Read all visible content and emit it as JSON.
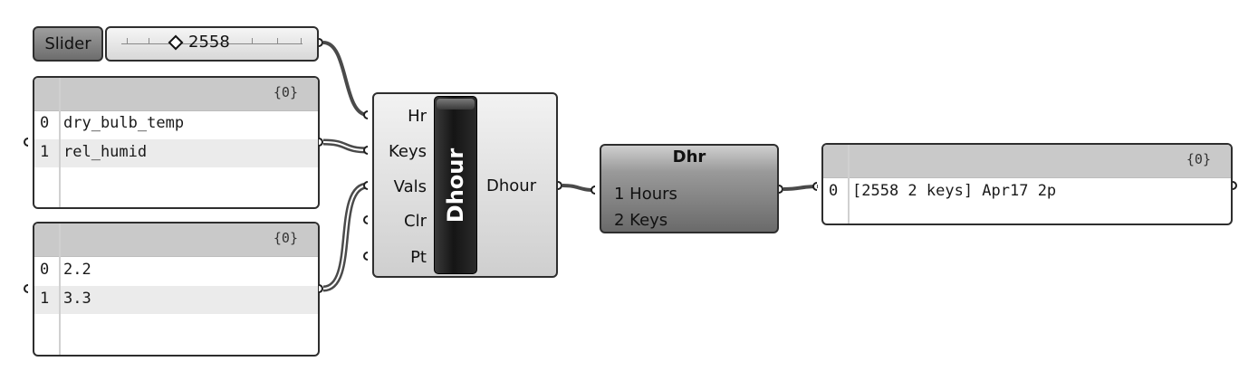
{
  "slider": {
    "label": "Slider",
    "value": "2558"
  },
  "panel_keys": {
    "path": "{0}",
    "rows": [
      {
        "index": "0",
        "text": "dry_bulb_temp"
      },
      {
        "index": "1",
        "text": "rel_humid"
      }
    ]
  },
  "panel_vals": {
    "path": "{0}",
    "rows": [
      {
        "index": "0",
        "text": "2.2"
      },
      {
        "index": "1",
        "text": "3.3"
      }
    ]
  },
  "dhour": {
    "title": "Dhour",
    "inputs": [
      "Hr",
      "Keys",
      "Vals",
      "Clr",
      "Pt"
    ],
    "output": "Dhour"
  },
  "dhr": {
    "title": "Dhr",
    "lines": [
      "1 Hours",
      "2 Keys"
    ]
  },
  "panel_output": {
    "path": "{0}",
    "rows": [
      {
        "index": "0",
        "text": "[2558 2 keys] Apr17 2p"
      }
    ]
  }
}
